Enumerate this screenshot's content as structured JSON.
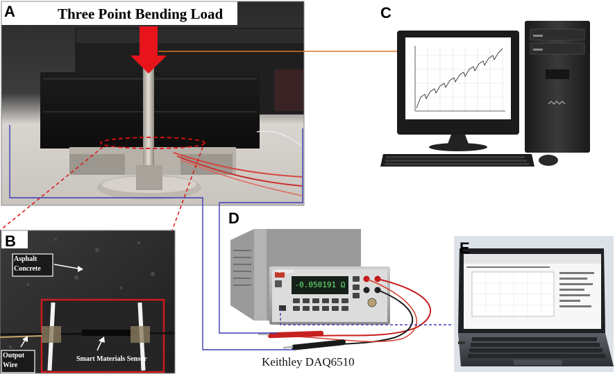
{
  "panels": {
    "a": "A",
    "b": "B",
    "c": "C",
    "d": "D",
    "e": "E"
  },
  "panel_a": {
    "title": "Three Point Bending Load"
  },
  "panel_b": {
    "asphalt_label_line1": "Asphalt",
    "asphalt_label_line2": "Concrete",
    "output_label_line1": "Output",
    "output_label_line2": "Wire",
    "sensor_label": "Smart Materials Sensor"
  },
  "panel_d": {
    "display_value": "-0.050191 Ω",
    "brand": "KEITHLEY",
    "caption": "Keithley DAQ6510"
  },
  "colors": {
    "load_arrow": "#e8141c",
    "wire_blue": "#3b3bb5",
    "link_orange": "#e07020",
    "dashed_red": "#e01010"
  }
}
